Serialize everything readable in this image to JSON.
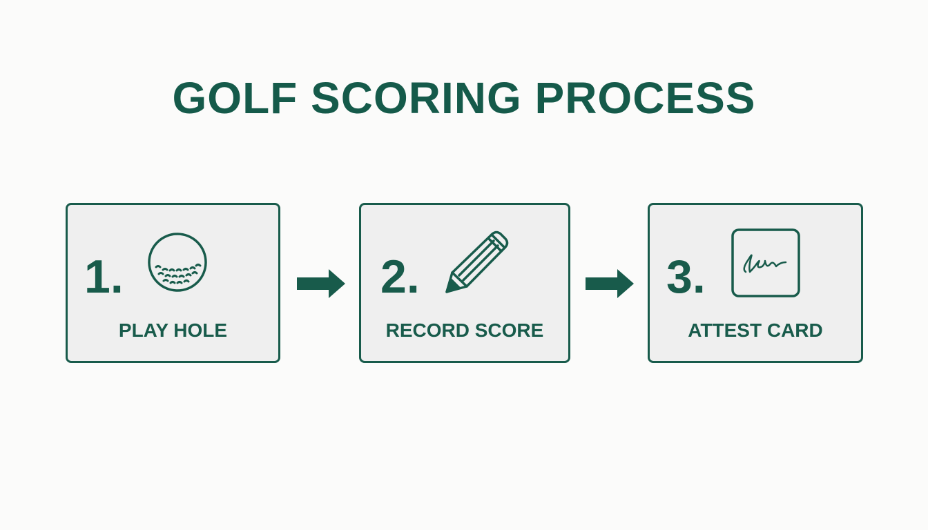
{
  "title": "GOLF SCORING PROCESS",
  "colors": {
    "accent": "#185b4b",
    "card_bg": "#efefef",
    "page_bg": "#fbfbfa"
  },
  "steps": [
    {
      "number": "1.",
      "label": "PLAY HOLE",
      "icon": "golf-ball-icon"
    },
    {
      "number": "2.",
      "label": "RECORD SCORE",
      "icon": "pencil-icon"
    },
    {
      "number": "3.",
      "label": "ATTEST CARD",
      "icon": "signature-icon"
    }
  ],
  "connectors": [
    "arrow-right",
    "arrow-right"
  ]
}
